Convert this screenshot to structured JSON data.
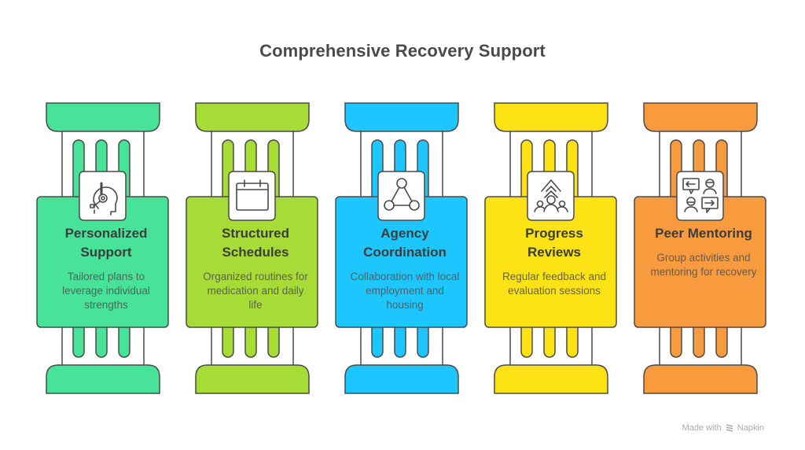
{
  "title": "Comprehensive Recovery Support",
  "pillars": [
    {
      "title": "Personalized Support",
      "description": "Tailored plans to leverage individual strengths",
      "icon": "headset-support-icon",
      "color_top": "#7ff7c2",
      "color_bottom": "#46e398"
    },
    {
      "title": "Structured Schedules",
      "description": "Organized routines for medication and daily life",
      "icon": "calendar-icon",
      "color_top": "#ccf56b",
      "color_bottom": "#a6dc35"
    },
    {
      "title": "Agency Coordination",
      "description": "Collaboration with local employment and housing",
      "icon": "network-triangle-icon",
      "color_top": "#7fdcff",
      "color_bottom": "#1ec6ff"
    },
    {
      "title": "Progress Reviews",
      "description": "Regular feedback and evaluation sessions",
      "icon": "group-progress-icon",
      "color_top": "#ffef66",
      "color_bottom": "#fde216"
    },
    {
      "title": "Peer Mentoring",
      "description": "Group activities and mentoring for recovery",
      "icon": "peer-conversation-icon",
      "color_top": "#ffbe80",
      "color_bottom": "#f89a3e"
    }
  ],
  "footer": {
    "made_with": "Made with",
    "brand": "Napkin"
  }
}
